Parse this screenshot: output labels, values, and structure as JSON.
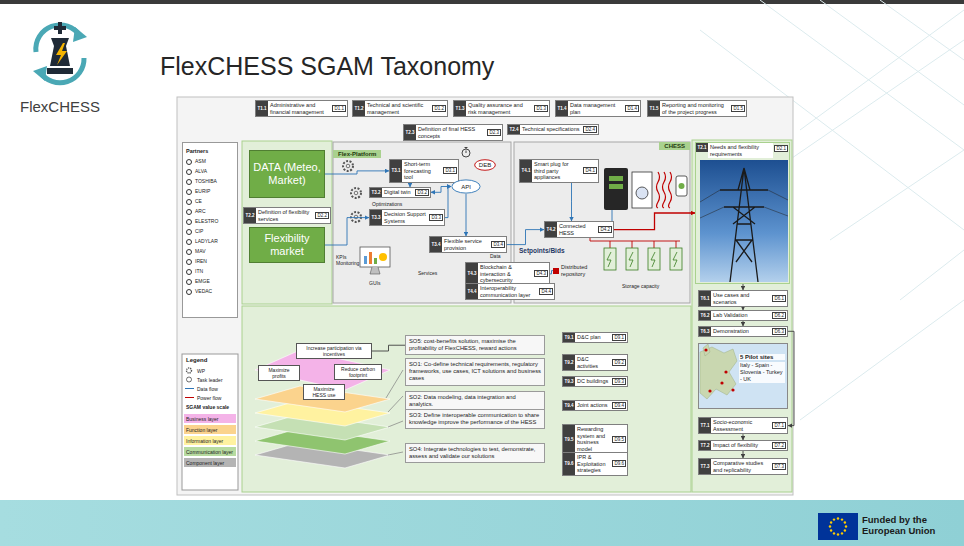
{
  "diagram": {
    "title": "FlexCHESS SGAM Taxonomy",
    "nodes": [
      {
        "text": [
          "T1.1",
          "Administrative and financial management",
          "D1.1"
        ]
      },
      {
        "text": [
          "T1.2",
          "Technical and scientific management",
          "D1.2"
        ]
      },
      {
        "text": [
          "T1.3",
          "Quality assurance and risk management",
          "D1.3"
        ]
      },
      {
        "text": [
          "T1.4",
          "Data management plan",
          "D1.4"
        ]
      },
      {
        "text": [
          "T1.5",
          "Reporting and monitoring of the project progress",
          "D1.5"
        ]
      },
      {
        "text": [
          "T2.3",
          "Definition of final HESS concepts",
          "D2.3"
        ]
      },
      {
        "text": [
          "T2.4",
          "Technical specifications",
          "D2.4"
        ]
      },
      {
        "text": [
          "Partners",
          "ASM",
          "ALVA",
          "TOSHIBA",
          "EURIP",
          "CE",
          "ARC",
          "ELESTRO",
          "CIP",
          "LADYLAR",
          "MAV",
          "IREN",
          "ITN",
          "EMGE",
          "VEDAC"
        ]
      },
      {
        "text": [
          "DATA (Meteo, Market)"
        ]
      },
      {
        "text": [
          "T2.2",
          "Definition of flexibility services",
          "D2.2"
        ]
      },
      {
        "text": [
          "Flexibility market"
        ]
      },
      {
        "text": [
          "Flex-Platform"
        ]
      },
      {
        "text": [
          "T3.1",
          "Short-term forecasting tool",
          "D3.1"
        ],
        "in": 11
      },
      {
        "text": [
          "T3.2",
          "Digital twin",
          "D3.2"
        ],
        "in": 11
      },
      {
        "text": [
          "T3.3",
          "Decision Support Systems",
          "D3.3"
        ],
        "in": 11
      },
      {
        "text": [
          "API"
        ],
        "in": 11
      },
      {
        "text": [
          "DEB"
        ],
        "in": 11
      },
      {
        "text": [
          "T3.4",
          "Flexible service provision",
          "D3.4"
        ],
        "in": 11
      },
      {
        "text": [
          "T4.3",
          "Blockchain & interaction & cybersecurity",
          "D4.3"
        ]
      },
      {
        "text": [
          "T4.4",
          "Interoperability communication layer",
          "D4.4"
        ]
      },
      {
        "text": [
          "Distributed repository"
        ]
      },
      {
        "text": [
          "CHESS"
        ]
      },
      {
        "text": [
          "T4.1",
          "Smart plug for third party appliances",
          "D4.1"
        ],
        "in": 21
      },
      {
        "text": [
          "T4.2",
          "Connected HESS",
          "D4.2"
        ],
        "in": 21
      },
      {
        "text": [
          "T2.1",
          "Needs and flexibility requirements",
          "D2.1"
        ]
      },
      {
        "text": [
          "T6.1",
          "Use cases and scenarios",
          "D6.1"
        ]
      },
      {
        "text": [
          "T6.2",
          "Lab Validation",
          "D6.2"
        ]
      },
      {
        "text": [
          "T6.3",
          "Demonstration",
          "D6.3"
        ]
      },
      {
        "text": [
          "5 Pilot sites",
          "Italy - Spain - Slovenia - Turkey - UK"
        ]
      },
      {
        "text": [
          "T7.1",
          "Socio-economic Assessment",
          "D7.1"
        ]
      },
      {
        "text": [
          "T7.2",
          "Impact of flexibility",
          "D7.2"
        ]
      },
      {
        "text": [
          "T7.3",
          "Comparative studies and replicability",
          "D7.3"
        ]
      },
      {
        "text": [
          "Increase participation via incentives"
        ]
      },
      {
        "text": [
          "Maximize profits"
        ]
      },
      {
        "text": [
          "Reduce carbon footprint"
        ]
      },
      {
        "text": [
          "Maximize HESS use"
        ]
      },
      {
        "text": [
          "SO5: cost-benefits solution, maximise the profitability of FlexCHESS, reward actions"
        ]
      },
      {
        "text": [
          "SO1: Co-define technical requirements, regulatory frameworks, use cases, ICT solutions and business cases"
        ]
      },
      {
        "text": [
          "SO2: Data modeling, data integration and analytics."
        ]
      },
      {
        "text": [
          "SO3: Define interoperable communication to share knowledge improve the performance of the HESS"
        ]
      },
      {
        "text": [
          "SO4: Integrate technologies to test, demonstrate, assess and validate our solutions"
        ]
      },
      {
        "text": [
          "T9.1",
          "D&C plan",
          "D9.1"
        ]
      },
      {
        "text": [
          "T9.2",
          "D&C activities",
          "D9.2"
        ]
      },
      {
        "text": [
          "T9.3",
          "DC buildings",
          "D9.3"
        ]
      },
      {
        "text": [
          "T9.4",
          "Joint actions",
          "D9.4"
        ]
      },
      {
        "text": [
          "T9.5",
          "Rewarding system and business model",
          "D9.5"
        ]
      },
      {
        "text": [
          "T9.6",
          "IPR & Exploitation strategies",
          "D9.6"
        ]
      }
    ],
    "edges": [
      {
        "from": 8,
        "to": 12,
        "arrow": "to"
      },
      {
        "from": 10,
        "to": 14,
        "arrow": "to"
      },
      {
        "from": 12,
        "to": 13,
        "arrow": "to"
      },
      {
        "from": 13,
        "to": 15,
        "arrow": "both"
      },
      {
        "from": 14,
        "to": 15,
        "arrow": "to"
      },
      {
        "from": 15,
        "to": 17,
        "arrow": "to"
      },
      {
        "from": 17,
        "to": 23,
        "label": "Setpoints/Bids",
        "arrow": "to"
      },
      {
        "from": 22,
        "to": 23,
        "arrow": "to"
      },
      {
        "from": 23,
        "to": 24,
        "arrow": "to"
      },
      {
        "from": 18,
        "to": 20,
        "arrow": "none"
      },
      {
        "from": 24,
        "to": 25,
        "arrow": "to"
      },
      {
        "from": 25,
        "to": 26,
        "arrow": "to"
      },
      {
        "from": 26,
        "to": 27,
        "arrow": "to"
      },
      {
        "from": 27,
        "to": 29,
        "arrow": "to"
      },
      {
        "from": 29,
        "to": 30,
        "arrow": "to"
      },
      {
        "from": 30,
        "to": 31,
        "arrow": "to"
      },
      {
        "from": 36,
        "to": 32,
        "arrow": "none"
      }
    ],
    "labels": [
      "FlexCHESS",
      "Legend",
      "SGAM value scale",
      "Optimizations",
      "KPIs Monitoring",
      "GUIs",
      "Services",
      "Data",
      "Storage capacity",
      "Funded by the European Union"
    ],
    "legend": [
      {
        "text": "WP"
      },
      {
        "text": "Task leader"
      },
      {
        "text": "Data flow"
      },
      {
        "text": "Power flow"
      },
      {
        "text": "Business layer",
        "color": "#f4b3e8"
      },
      {
        "text": "Function layer",
        "color": "#fbd38d"
      },
      {
        "text": "Information layer",
        "color": "#fff2a0"
      },
      {
        "text": "Communication layer",
        "color": "#b7dba0"
      },
      {
        "text": "Component layer",
        "color": "#b4b4b4"
      }
    ]
  }
}
